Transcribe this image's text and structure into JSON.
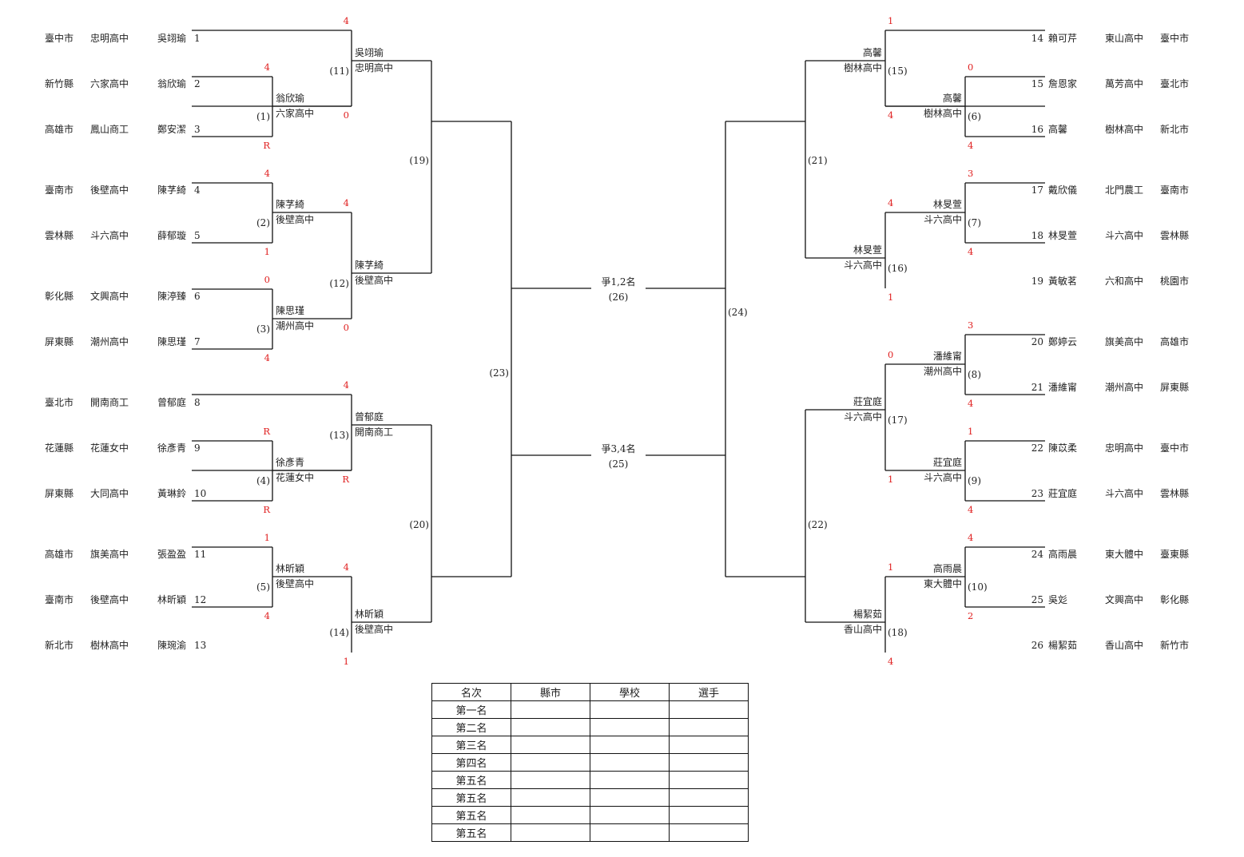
{
  "left_entries": [
    {
      "county": "臺中市",
      "school": "忠明高中",
      "name": "吳翊瑜",
      "seed": "1"
    },
    {
      "county": "新竹縣",
      "school": "六家高中",
      "name": "翁欣瑜",
      "seed": "2"
    },
    {
      "county": "高雄市",
      "school": "鳳山商工",
      "name": "鄭安潔",
      "seed": "3"
    },
    {
      "county": "臺南市",
      "school": "後壁高中",
      "name": "陳芓綺",
      "seed": "4"
    },
    {
      "county": "雲林縣",
      "school": "斗六高中",
      "name": "薛郁璇",
      "seed": "5"
    },
    {
      "county": "彰化縣",
      "school": "文興高中",
      "name": "陳渟臻",
      "seed": "6"
    },
    {
      "county": "屏東縣",
      "school": "潮州高中",
      "name": "陳思瑾",
      "seed": "7"
    },
    {
      "county": "臺北市",
      "school": "開南商工",
      "name": "曾郁庭",
      "seed": "8"
    },
    {
      "county": "花蓮縣",
      "school": "花蓮女中",
      "name": "徐彥青",
      "seed": "9"
    },
    {
      "county": "屏東縣",
      "school": "大同高中",
      "name": "黃琳鈴",
      "seed": "10"
    },
    {
      "county": "高雄市",
      "school": "旗美高中",
      "name": "張盈盈",
      "seed": "11"
    },
    {
      "county": "臺南市",
      "school": "後壁高中",
      "name": "林昕穎",
      "seed": "12"
    },
    {
      "county": "新北市",
      "school": "樹林高中",
      "name": "陳琬渝",
      "seed": "13"
    }
  ],
  "right_entries": [
    {
      "seed": "14",
      "name": "賴可芹",
      "school": "東山高中",
      "county": "臺中市"
    },
    {
      "seed": "15",
      "name": "詹恩家",
      "school": "萬芳高中",
      "county": "臺北市"
    },
    {
      "seed": "16",
      "name": "高馨",
      "school": "樹林高中",
      "county": "新北市"
    },
    {
      "seed": "17",
      "name": "戴欣儀",
      "school": "北門農工",
      "county": "臺南市"
    },
    {
      "seed": "18",
      "name": "林旻萱",
      "school": "斗六高中",
      "county": "雲林縣"
    },
    {
      "seed": "19",
      "name": "黃敏茗",
      "school": "六和高中",
      "county": "桃園市"
    },
    {
      "seed": "20",
      "name": "鄭婷云",
      "school": "旗美高中",
      "county": "高雄市"
    },
    {
      "seed": "21",
      "name": "潘維甯",
      "school": "潮州高中",
      "county": "屏東縣"
    },
    {
      "seed": "22",
      "name": "陳苡柔",
      "school": "忠明高中",
      "county": "臺中市"
    },
    {
      "seed": "23",
      "name": "莊宜庭",
      "school": "斗六高中",
      "county": "雲林縣"
    },
    {
      "seed": "24",
      "name": "高雨晨",
      "school": "東大體中",
      "county": "臺東縣"
    },
    {
      "seed": "25",
      "name": "吳彣",
      "school": "文興高中",
      "county": "彰化縣"
    },
    {
      "seed": "26",
      "name": "楊絜茹",
      "school": "香山高中",
      "county": "新竹市"
    }
  ],
  "matches": [
    {
      "id": "(1)",
      "winner": "翁欣瑜",
      "school": "六家高中",
      "score_top": "4",
      "score_bottom": "R"
    },
    {
      "id": "(2)",
      "winner": "陳芓綺",
      "school": "後壁高中",
      "score_top": "4",
      "score_bottom": "1"
    },
    {
      "id": "(3)",
      "winner": "陳思瑾",
      "school": "潮州高中",
      "score_top": "0",
      "score_bottom": "4"
    },
    {
      "id": "(4)",
      "winner": "徐彥青",
      "school": "花蓮女中",
      "score_top": "R",
      "score_bottom": "R"
    },
    {
      "id": "(5)",
      "winner": "林昕穎",
      "school": "後壁高中",
      "score_top": "1",
      "score_bottom": "4"
    },
    {
      "id": "(6)",
      "winner": "高馨",
      "school": "樹林高中",
      "score_top": "0",
      "score_bottom": "4"
    },
    {
      "id": "(7)",
      "winner": "林旻萱",
      "school": "斗六高中",
      "score_top": "3",
      "score_bottom": "4"
    },
    {
      "id": "(8)",
      "winner": "潘維甯",
      "school": "潮州高中",
      "score_top": "3",
      "score_bottom": "4"
    },
    {
      "id": "(9)",
      "winner": "莊宜庭",
      "school": "斗六高中",
      "score_top": "1",
      "score_bottom": "4"
    },
    {
      "id": "(10)",
      "winner": "高雨晨",
      "school": "東大體中",
      "score_top": "4",
      "score_bottom": "2"
    },
    {
      "id": "(11)",
      "winner": "吳翊瑜",
      "school": "忠明高中",
      "score_top": "4",
      "score_bottom": "0"
    },
    {
      "id": "(12)",
      "winner": "陳芓綺",
      "school": "後壁高中",
      "score_top": "4",
      "score_bottom": "0"
    },
    {
      "id": "(13)",
      "winner": "曾郁庭",
      "school": "開南商工",
      "score_top": "4",
      "score_bottom": "R"
    },
    {
      "id": "(14)",
      "winner": "林昕穎",
      "school": "後壁高中",
      "score_top": "4",
      "score_bottom": "1"
    },
    {
      "id": "(15)",
      "winner": "高馨",
      "school": "樹林高中",
      "score_top": "1",
      "score_bottom": "4"
    },
    {
      "id": "(16)",
      "winner": "林旻萱",
      "school": "斗六高中",
      "score_top": "4",
      "score_bottom": "1"
    },
    {
      "id": "(17)",
      "winner": "莊宜庭",
      "school": "斗六高中",
      "score_top": "0",
      "score_bottom": "1"
    },
    {
      "id": "(18)",
      "winner": "楊絜茹",
      "school": "香山高中",
      "score_top": "1",
      "score_bottom": "4"
    },
    {
      "id": "(19)"
    },
    {
      "id": "(20)"
    },
    {
      "id": "(21)"
    },
    {
      "id": "(22)"
    },
    {
      "id": "(23)"
    },
    {
      "id": "(24)"
    },
    {
      "id": "(25)",
      "title": "爭3,4名"
    },
    {
      "id": "(26)",
      "title": "爭1,2名"
    }
  ],
  "results_table": {
    "headers": [
      "名次",
      "縣市",
      "學校",
      "選手"
    ],
    "rows": [
      "第一名",
      "第二名",
      "第三名",
      "第四名",
      "第五名",
      "第五名",
      "第五名",
      "第五名"
    ]
  }
}
